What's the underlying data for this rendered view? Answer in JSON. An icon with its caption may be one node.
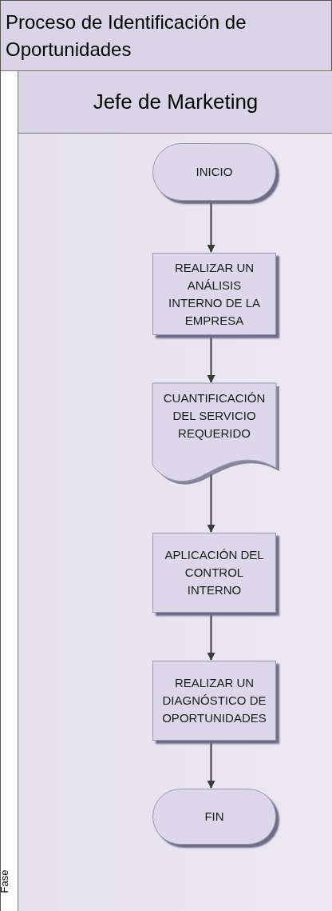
{
  "diagram": {
    "nodes": [
      {
        "text": [
          "Proceso de Identificación de Oportunidades"
        ]
      },
      {
        "text": [
          "Fase"
        ],
        "in": 0
      },
      {
        "text": [
          "Jefe de Marketing"
        ],
        "in": 0
      },
      {
        "text": [
          "INICIO"
        ],
        "in": 2
      },
      {
        "text": [
          "REALIZAR UN ANÁLISIS INTERNO DE LA EMPRESA"
        ],
        "in": 2
      },
      {
        "text": [
          "CUANTIFICACIÓN DEL SERVICIO REQUERIDO"
        ],
        "in": 2
      },
      {
        "text": [
          "APLICACIÓN DEL CONTROL INTERNO"
        ],
        "in": 2
      },
      {
        "text": [
          "REALIZAR UN DIAGNÓSTICO DE OPORTUNIDADES"
        ],
        "in": 2
      },
      {
        "text": [
          "FIN"
        ],
        "in": 2
      }
    ],
    "edges": [
      {
        "from": 3,
        "to": 4,
        "arrow": "to"
      },
      {
        "from": 4,
        "to": 5,
        "arrow": "to"
      },
      {
        "from": 5,
        "to": 6,
        "arrow": "to"
      },
      {
        "from": 6,
        "to": 7,
        "arrow": "to"
      },
      {
        "from": 7,
        "to": 8,
        "arrow": "to"
      }
    ]
  }
}
